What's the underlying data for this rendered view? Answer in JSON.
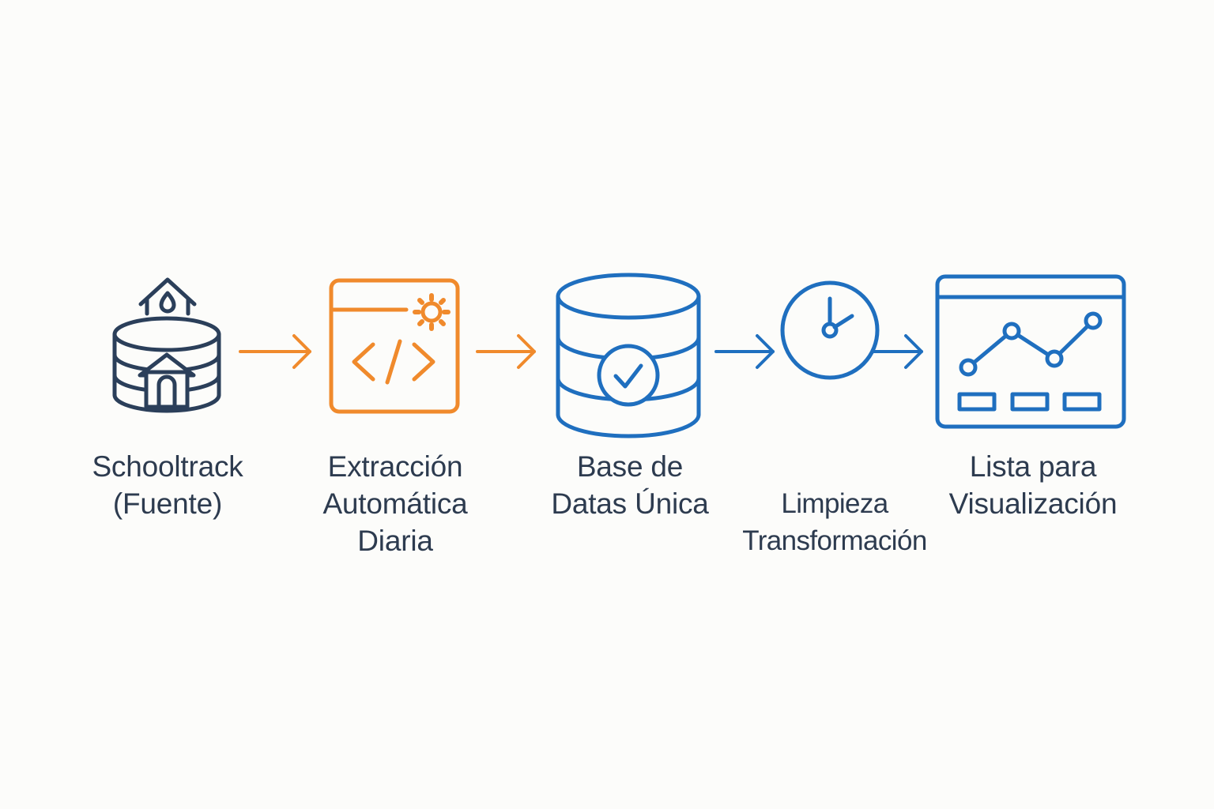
{
  "colors": {
    "background": "#fcfcfa",
    "navy": "#2b3f5a",
    "orange": "#f08a2c",
    "blue": "#1f6fbf",
    "label_text": "#2d3b4f"
  },
  "stages": [
    {
      "icon": "school-database-icon",
      "lines": [
        "Schooltrack",
        "(Fuente)"
      ]
    },
    {
      "icon": "code-window-gear-icon",
      "lines": [
        "Extracción",
        "Automática",
        "Diaria"
      ]
    },
    {
      "icon": "database-check-icon",
      "lines": [
        "Base de",
        "Datas Única"
      ]
    },
    {
      "icon": "clock-icon",
      "lines": [
        "Limpieza ",
        "Transformación"
      ]
    },
    {
      "icon": "dashboard-chart-icon",
      "lines": [
        "Lista para",
        "Visualización"
      ]
    }
  ]
}
